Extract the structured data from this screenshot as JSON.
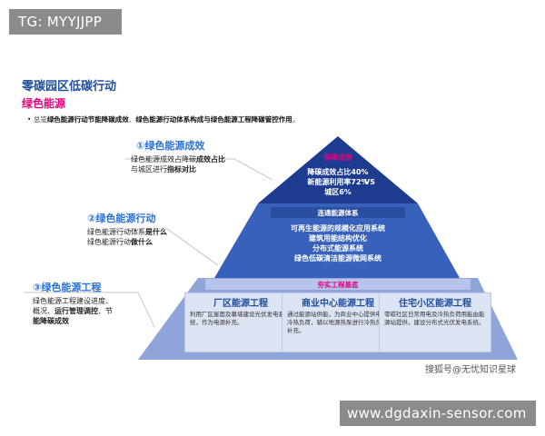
{
  "watermark_top": "TG: MYYJJPP",
  "watermark_bottom": "www.dgdaxin-sensor.com",
  "title": "零碳园区低碳行动",
  "subtitle": "绿色能源",
  "bullet": {
    "pre": "总览",
    "bold1": "绿色能源行动节能降碳成效",
    "mid": "、",
    "bold2": "绿色能源行动体系构成与绿色能源工程降碳管控作用",
    "post": "。"
  },
  "sections": [
    {
      "title": "①绿色能源成效",
      "line1_pre": "绿色能源成效占降碳",
      "line1_bold": "成效占比",
      "line2_pre": "与城区进行",
      "line2_bold": "指标对比"
    },
    {
      "title": "②绿色能源行动",
      "line1_pre": "绿色能源行动体系",
      "line1_bold": "是什么",
      "line2_pre": "绿色能源行动",
      "line2_bold": "做什么"
    },
    {
      "title": "③绿色能源工程",
      "line1_pre": "绿色能源工程建设进度、",
      "line2_pre": "概况、",
      "line2_bold": "运行管理调控",
      "line2_post": "、节",
      "line3_bold": "能降碳成效"
    }
  ],
  "pyramid": {
    "top": {
      "label": "保障成效",
      "lines": [
        "降碳成效占比40%",
        "新能源利用率72%",
        "城区6%"
      ],
      "vs": "VS"
    },
    "middle": {
      "label": "连通能源体系",
      "lines": [
        "可再生能源的规模化应用系统",
        "建筑用能结构优化",
        "分布式能源系统",
        "绿色低碳清洁能源微网系统"
      ]
    },
    "bottom": {
      "label": "夯实工程基底"
    }
  },
  "cards": [
    {
      "title": "厂区能源工程",
      "desc": "利用厂区屋面及幕墙建设光伏发电系统，作为电源补充。"
    },
    {
      "title": "商业中心能源工程",
      "desc": "通过能源站供能，为商业中心提供电、冷热负荷，辅以地源热泵进行冷热负荷补充。"
    },
    {
      "title": "住宅小区能源工程",
      "desc": "零碳社区日常用电及冷热负荷用能由能源站提供，建设分布式光伏发电系统。"
    }
  ],
  "credit": "搜狐号@无忧知识星球",
  "colors": {
    "top": "#1d3c8f",
    "middle": "#3761ba",
    "bottom": "#8fa4d8"
  }
}
